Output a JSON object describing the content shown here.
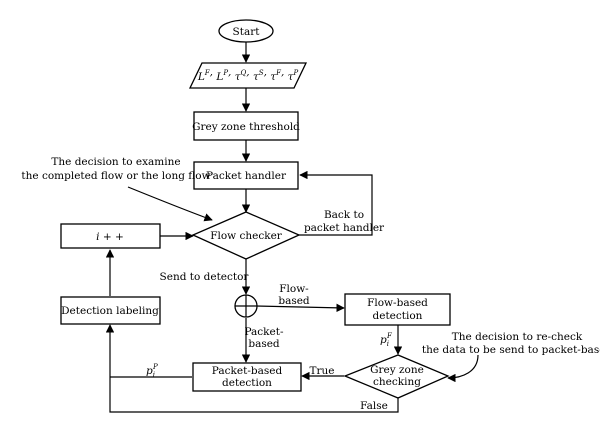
{
  "nodes": {
    "start": "Start",
    "params": {
      "items": [
        {
          "base": "L",
          "sup": "F"
        },
        {
          "base": "L",
          "sup": "P"
        },
        {
          "base": "τ",
          "sup": "Q"
        },
        {
          "base": "τ",
          "sup": "S"
        },
        {
          "base": "τ",
          "sup": "F"
        },
        {
          "base": "τ",
          "sup": "P"
        }
      ]
    },
    "grey_zone_threshold": "Grey zone threshold",
    "packet_handler": "Packet handler",
    "flow_checker": "Flow checker",
    "increment": "i + +",
    "detection_labeling": "Detection labeling",
    "flow_based_detection": [
      "Flow-based",
      "detection"
    ],
    "packet_based_detection": [
      "Packet-based",
      "detection"
    ],
    "grey_zone_checking": [
      "Grey zone",
      "checking"
    ]
  },
  "edge_labels": {
    "back_to_packet_handler": [
      "Back to",
      "packet handler"
    ],
    "send_to_detector": "Send to detector",
    "flow_based": [
      "Flow-",
      "based"
    ],
    "packet_based": [
      "Packet-",
      "based"
    ],
    "true": "True",
    "false": "False",
    "p_f": {
      "base": "p",
      "sub": "i",
      "sup": "F"
    },
    "p_p": {
      "base": "p",
      "sub": "i",
      "sup": "P"
    }
  },
  "annotations": {
    "examine_flow": [
      "The decision to examine",
      "the completed flow or the long flow"
    ],
    "recheck": [
      "The decision to re-check",
      "the data to be send to packet-based"
    ]
  }
}
